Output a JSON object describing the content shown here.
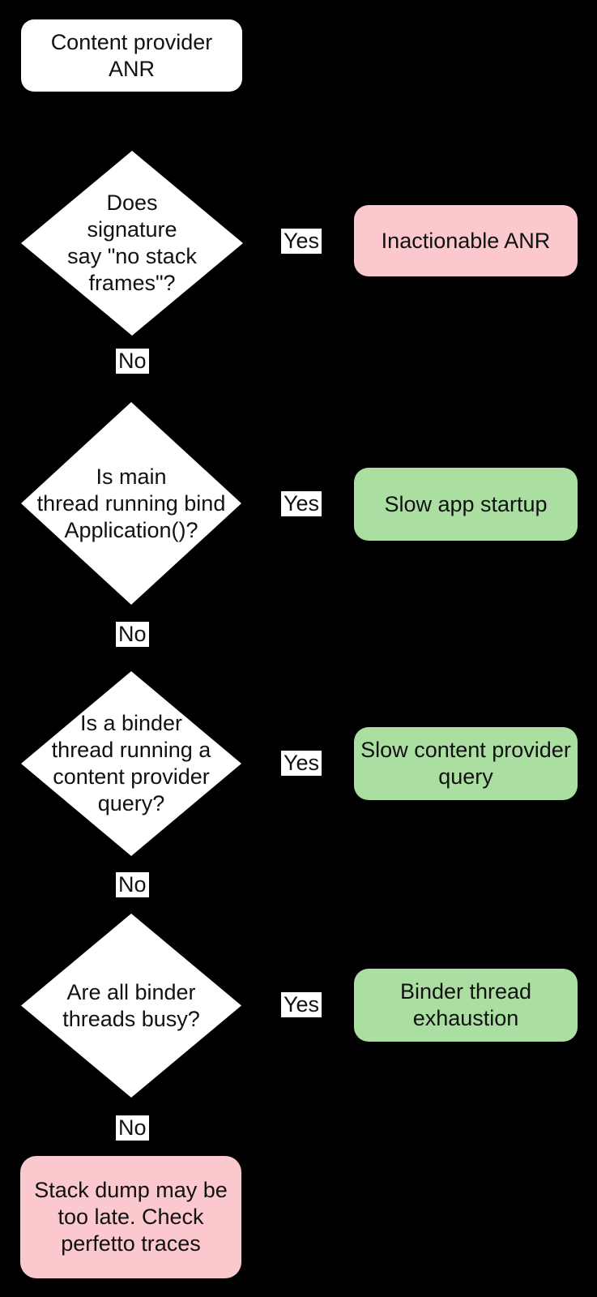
{
  "colors": {
    "background": "#000000",
    "node_fill": "#ffffff",
    "label_fill": "#ffffff",
    "outcome_negative": "#fac8cd",
    "outcome_positive": "#abdfa1",
    "text": "#111111"
  },
  "flowchart": {
    "start": {
      "text": "Content provider\nANR"
    },
    "decisions": [
      {
        "question": "Does\nsignature\nsay \"no stack\nframes\"?",
        "yes_label": "Yes",
        "no_label": "No",
        "outcome": "Inactionable ANR",
        "outcome_color": "#fac8cd"
      },
      {
        "question": "Is main\nthread running bind\nApplication()?",
        "yes_label": "Yes",
        "no_label": "No",
        "outcome": "Slow app startup",
        "outcome_color": "#abdfa1"
      },
      {
        "question": "Is a binder\nthread running a\ncontent provider\nquery?",
        "yes_label": "Yes",
        "no_label": "No",
        "outcome": "Slow content provider\nquery",
        "outcome_color": "#abdfa1"
      },
      {
        "question": "Are all binder\nthreads busy?",
        "yes_label": "Yes",
        "no_label": "No",
        "outcome": "Binder thread\nexhaustion",
        "outcome_color": "#abdfa1"
      }
    ],
    "end": {
      "text": "Stack dump may be\ntoo late. Check\nperfetto traces"
    }
  }
}
